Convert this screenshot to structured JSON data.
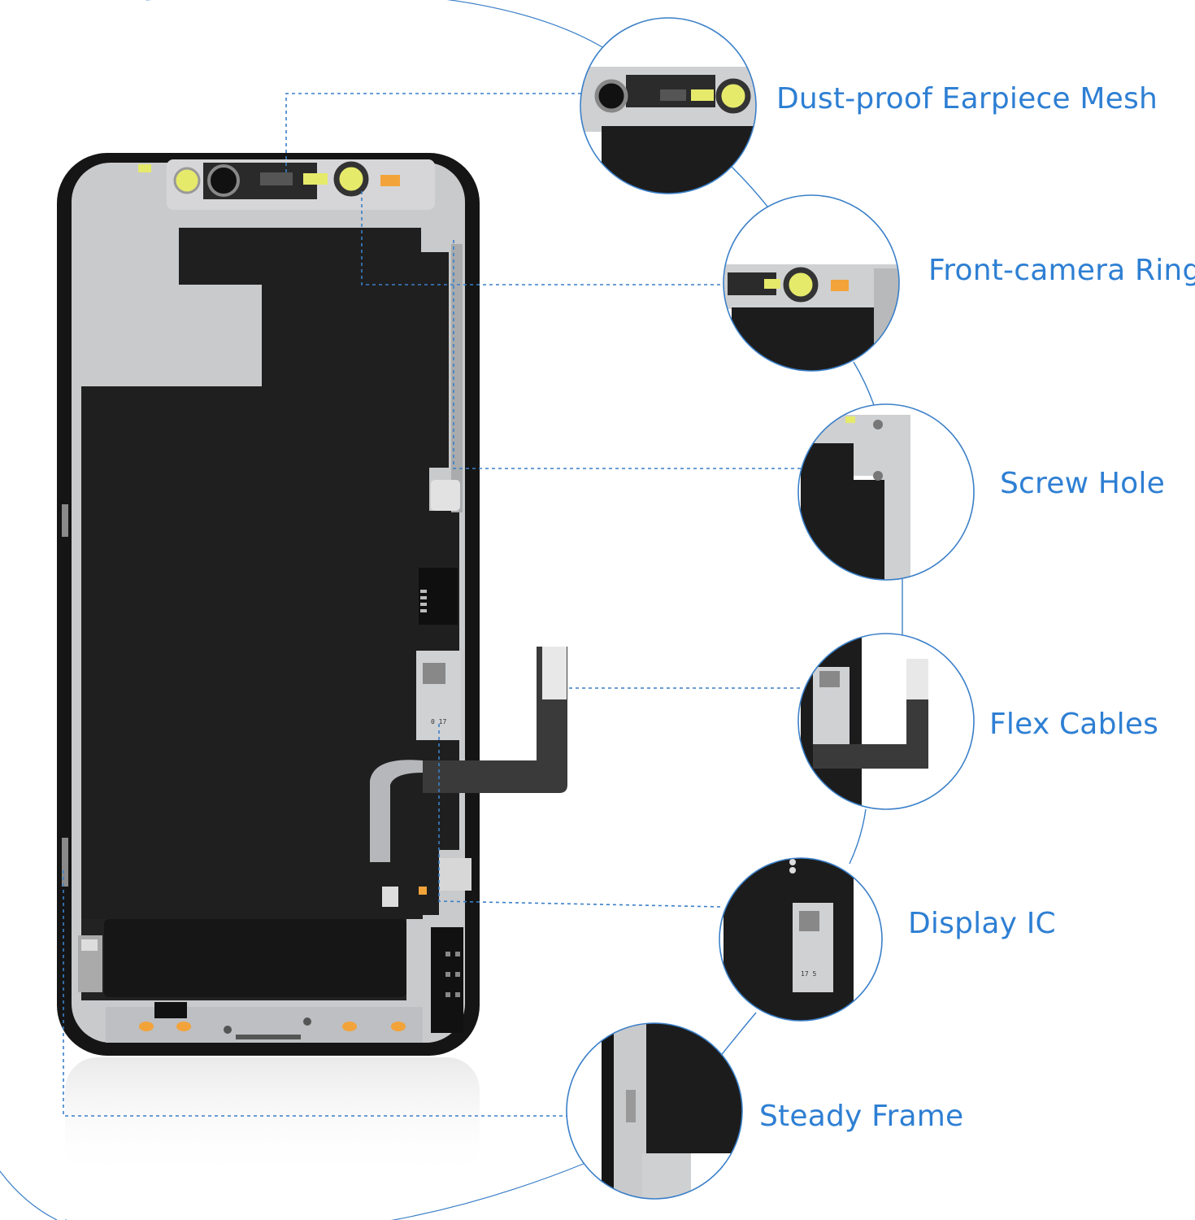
{
  "colors": {
    "accent_line": "#3a7fc8",
    "label_text": "#2e7fd3",
    "panel_black": "#1b1b1b",
    "frame_silver": "#c9cacc",
    "tag_yellow": "#e8e35a",
    "tag_orange": "#f2a33a"
  },
  "callouts": [
    {
      "id": "earpiece",
      "label": "Dust-proof Earpiece Mesh"
    },
    {
      "id": "camera",
      "label": "Front-camera Ring"
    },
    {
      "id": "screw",
      "label": "Screw Hole"
    },
    {
      "id": "flex",
      "label": "Flex Cables"
    },
    {
      "id": "ic",
      "label": "Display IC"
    },
    {
      "id": "frame",
      "label": "Steady Frame"
    }
  ],
  "chip_codes": [
    "0 17",
    "17 5"
  ]
}
